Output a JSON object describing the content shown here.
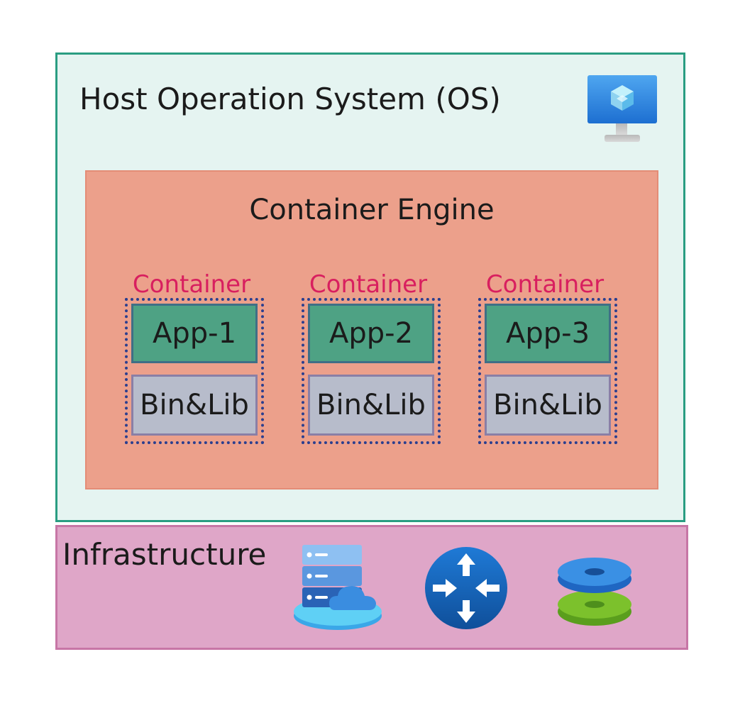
{
  "host": {
    "title": "Host Operation System (OS)",
    "icon": "virtual-machine-icon"
  },
  "engine": {
    "title": "Container Engine"
  },
  "containers": [
    {
      "label": "Container",
      "app": "App-1",
      "lib": "Bin&Lib"
    },
    {
      "label": "Container",
      "app": "App-2",
      "lib": "Bin&Lib"
    },
    {
      "label": "Container",
      "app": "App-3",
      "lib": "Bin&Lib"
    }
  ],
  "infrastructure": {
    "title": "Infrastructure",
    "icons": [
      "cloud-server-icon",
      "router-icon",
      "storage-disks-icon"
    ]
  },
  "colors": {
    "host_bg": "#e5f4f1",
    "host_border": "#2a9d82",
    "engine_bg": "#eca08b",
    "container_label": "#d81f5f",
    "app_bg": "#4ea284",
    "lib_bg": "#b7bccb",
    "infra_bg": "#dfa6c8"
  }
}
